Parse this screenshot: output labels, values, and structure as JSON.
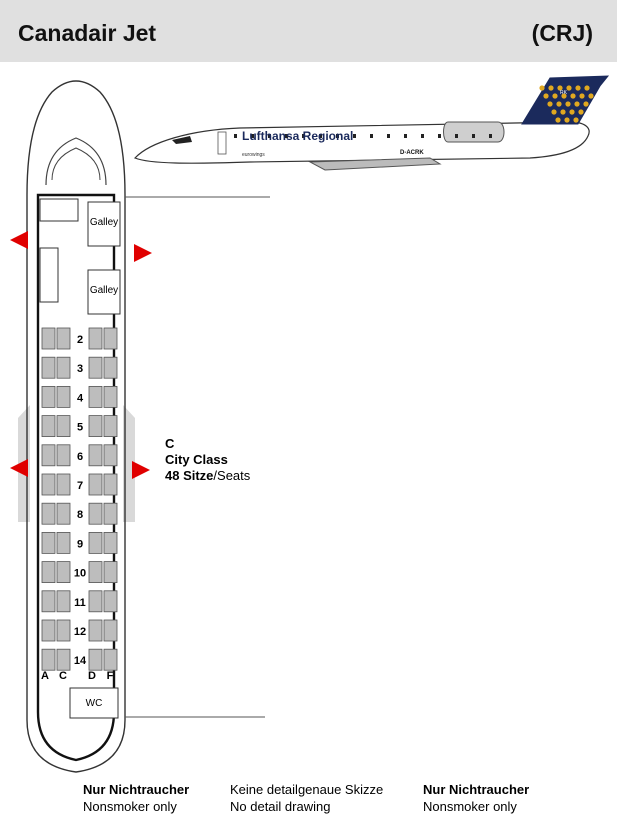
{
  "header": {
    "title": "Canadair Jet",
    "code": "(CRJ)"
  },
  "aircraft": {
    "livery": "Lufthansa Regional",
    "registration": "D-ACRK",
    "operator": "eurowings",
    "tail_code": "RK"
  },
  "galley_labels": [
    "Galley",
    "Galley"
  ],
  "wc_label": "WC",
  "rows": [
    "2",
    "3",
    "4",
    "5",
    "6",
    "7",
    "8",
    "9",
    "10",
    "11",
    "12",
    "14"
  ],
  "seat_letters": [
    "A",
    "C",
    "D",
    "F"
  ],
  "cabin": {
    "code": "C",
    "class_name": "City Class",
    "seats_bold": "48 Sitze",
    "seats_rest": "/Seats"
  },
  "legend": {
    "left_bold": "Nur Nichtraucher",
    "left_text": "Nonsmoker only",
    "center_line1": "Keine detailgenaue Skizze",
    "center_line2": "No detail drawing",
    "right_bold": "Nur Nichtraucher",
    "right_text": "Nonsmoker only"
  },
  "colors": {
    "header_bg": "#e0e0e0",
    "exit_arrow": "#e00000",
    "seat_fill": "#bdbdbd",
    "wing_fill": "#d9d9d9",
    "tail_blue": "#1b2a5c",
    "tail_dots": "#e0a820"
  }
}
